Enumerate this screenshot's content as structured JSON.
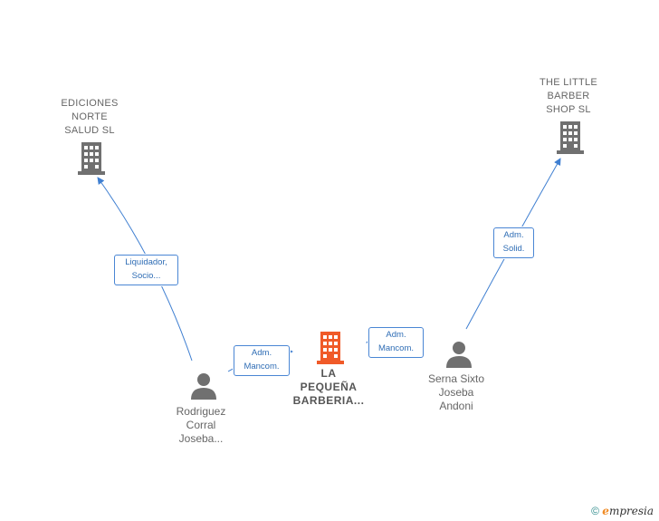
{
  "nodes": {
    "ediciones": {
      "label": "EDICIONES\nNORTE\nSALUD  SL",
      "kind": "company",
      "color": "#707070"
    },
    "little_barber": {
      "label": "THE LITTLE\nBARBER\nSHOP  SL",
      "kind": "company",
      "color": "#707070"
    },
    "main": {
      "label": "LA\nPEQUEÑA\nBARBERIA...",
      "kind": "company",
      "color": "#f05a28"
    },
    "rodriguez": {
      "label": "Rodriguez\nCorral\nJoseba...",
      "kind": "person",
      "color": "#707070"
    },
    "serna": {
      "label": "Serna Sixto\nJoseba\nAndoni",
      "kind": "person",
      "color": "#707070"
    }
  },
  "relations": {
    "liquidador": {
      "line1": "Liquidador,",
      "line2": "Socio..."
    },
    "adm_mancom_left": {
      "line1": "Adm.",
      "line2": "Mancom."
    },
    "adm_mancom_right": {
      "line1": "Adm.",
      "line2": "Mancom."
    },
    "adm_solid": {
      "line1": "Adm.",
      "line2": "Solid."
    }
  },
  "colors": {
    "edge": "#3f7fd1"
  },
  "footer": {
    "copyright": "©",
    "brand_e": "e",
    "brand_rest": "mpresia"
  }
}
